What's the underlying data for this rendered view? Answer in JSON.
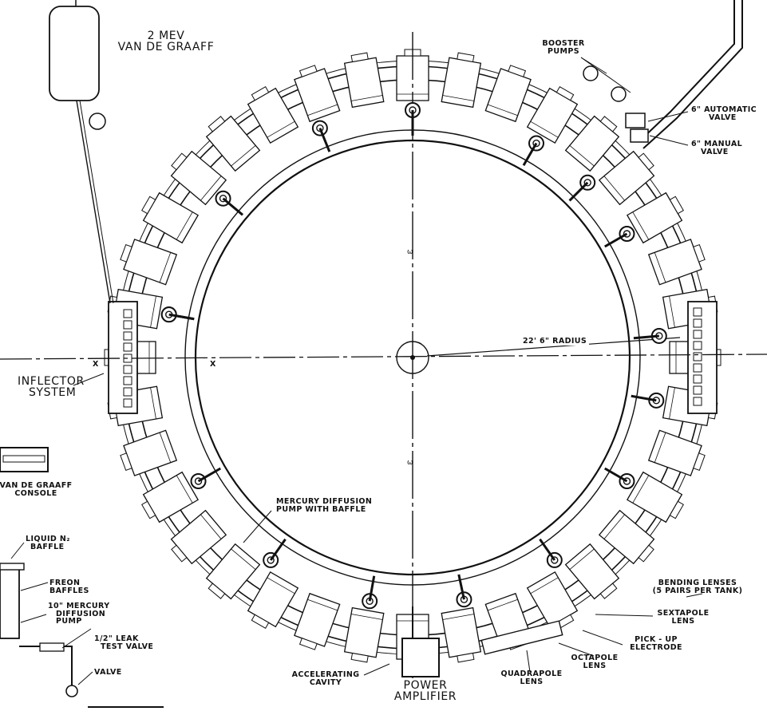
{
  "labels": {
    "van_de_graaff": [
      "2 Mev",
      "VAN DE GRAAFF"
    ],
    "booster_pumps": [
      "BOOSTER",
      "PUMPS"
    ],
    "automatic_valve": [
      "6\" AUTOMATIC",
      "VALVE"
    ],
    "manual_valve": [
      "6\" MANUAL",
      "VALVE"
    ],
    "radius": "22' 6\" RADIUS",
    "inflector": [
      "INFLECTOR",
      "SYSTEM"
    ],
    "console": [
      "VAN DE GRAAFF",
      "CONSOLE"
    ],
    "mercury_pump": [
      "MERCURY DIFFUSION",
      "PUMP WITH BAFFLE"
    ],
    "liquid_n2": [
      "LIQUID N₂",
      "BAFFLE"
    ],
    "freon": [
      "FREON",
      "BAFFLES"
    ],
    "mercury_10": [
      "10\" MERCURY",
      "DIFFUSION",
      "PUMP"
    ],
    "leak_valve": [
      "1/2\" LEAK",
      "TEST VALVE"
    ],
    "valve": "VALVE",
    "accelerating": [
      "ACCELERATING",
      "CAVITY"
    ],
    "power_amp": [
      "POWER",
      "AMPLIFIER"
    ],
    "quadrapole": [
      "QUADRAPOLE",
      "LENS"
    ],
    "octapole": [
      "OCTAPOLE",
      "LENS"
    ],
    "pickup": [
      "PICK - UP",
      "ELECTRODE"
    ],
    "sextapole": [
      "SEXTAPOLE",
      "LENS"
    ],
    "bending": [
      "BENDING LENSES",
      "(5 PAIRS PER TANK)"
    ],
    "x_left": "X",
    "x_right": "X"
  }
}
